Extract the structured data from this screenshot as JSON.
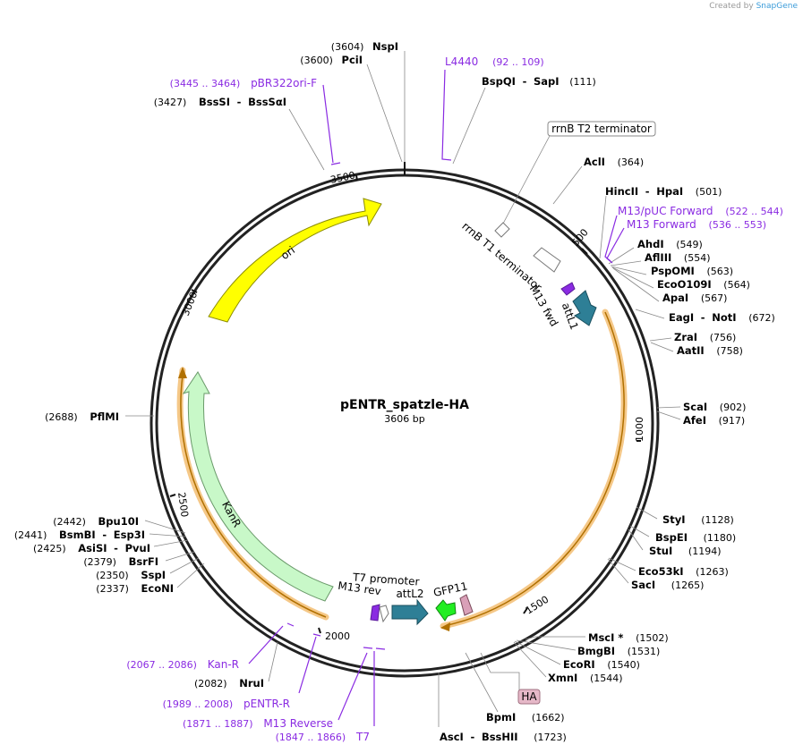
{
  "watermark": {
    "prefix": "Created by",
    "brand": "SnapGene"
  },
  "plasmid": {
    "name": "pENTR_spatzle-HA",
    "length": 3606,
    "length_label": "3606 bp"
  },
  "colors": {
    "backbone": "#222222",
    "enzyme_line": "#777777",
    "primer": "#8a2be2",
    "ori": "#ffff00",
    "kanr": "#c8f5c8",
    "attL": "#2e7f96",
    "m13": "#8a2be2",
    "gfp11": "#22ee22",
    "ha": "#d9a0b8",
    "orf": "#f0a030"
  },
  "ticks": [
    "500",
    "1000",
    "1500",
    "2000",
    "2500",
    "3000",
    "3500"
  ],
  "enzymes": [
    {
      "name": "NspI",
      "pos": "(3604)"
    },
    {
      "name": "PciI",
      "pos": "(3600)"
    },
    {
      "name": "BspQI",
      "name2": "SapI",
      "pos": "(111)"
    },
    {
      "name": "AclI",
      "pos": "(364)"
    },
    {
      "name": "HincII",
      "name2": "HpaI",
      "pos": "(501)"
    },
    {
      "name": "AhdI",
      "pos": "(549)"
    },
    {
      "name": "AflIII",
      "pos": "(554)"
    },
    {
      "name": "PspOMI",
      "pos": "(563)"
    },
    {
      "name": "EcoO109I",
      "pos": "(564)"
    },
    {
      "name": "ApaI",
      "pos": "(567)"
    },
    {
      "name": "EagI",
      "name2": "NotI",
      "pos": "(672)"
    },
    {
      "name": "ZraI",
      "pos": "(756)"
    },
    {
      "name": "AatII",
      "pos": "(758)"
    },
    {
      "name": "ScaI",
      "pos": "(902)"
    },
    {
      "name": "AfeI",
      "pos": "(917)"
    },
    {
      "name": "StyI",
      "pos": "(1128)"
    },
    {
      "name": "BspEI",
      "pos": "(1180)"
    },
    {
      "name": "StuI",
      "pos": "(1194)"
    },
    {
      "name": "Eco53kI",
      "pos": "(1263)"
    },
    {
      "name": "SacI",
      "pos": "(1265)"
    },
    {
      "name": "MscI *",
      "pos": "(1502)"
    },
    {
      "name": "BmgBI",
      "pos": "(1531)"
    },
    {
      "name": "EcoRI",
      "pos": "(1540)"
    },
    {
      "name": "XmnI",
      "pos": "(1544)"
    },
    {
      "name": "BpmI",
      "pos": "(1662)"
    },
    {
      "name": "AscI",
      "name2": "BssHII",
      "pos": "(1723)"
    },
    {
      "name": "NruI",
      "pos": "(2082)"
    },
    {
      "name": "EcoNI",
      "pos": "(2337)"
    },
    {
      "name": "SspI",
      "pos": "(2350)"
    },
    {
      "name": "BsrFI",
      "pos": "(2379)"
    },
    {
      "name": "AsiSI",
      "name2": "PvuI",
      "pos": "(2425)"
    },
    {
      "name": "BsmBI",
      "name2": "Esp3I",
      "pos": "(2441)"
    },
    {
      "name": "Bpu10I",
      "pos": "(2442)"
    },
    {
      "name": "PflMI",
      "pos": "(2688)"
    },
    {
      "name": "BssSI",
      "name2": "BssSαI",
      "pos": "(3427)"
    }
  ],
  "primers": [
    {
      "name": "L4440",
      "range": "(92 .. 109)"
    },
    {
      "name": "M13/pUC Forward",
      "range": "(522 .. 544)"
    },
    {
      "name": "M13 Forward",
      "range": "(536 .. 553)"
    },
    {
      "name": "Kan-R",
      "range": "(2067 .. 2086)"
    },
    {
      "name": "pENTR-R",
      "range": "(1989 .. 2008)"
    },
    {
      "name": "M13 Reverse",
      "range": "(1871 .. 1887)"
    },
    {
      "name": "T7",
      "range": "(1847 .. 1866)"
    },
    {
      "name": "pBR322ori-F",
      "range": "(3445 .. 3464)"
    }
  ],
  "features": {
    "ori": "ori",
    "kanr": "KanR",
    "attL1": "attL1",
    "attL2": "attL2",
    "m13fwd": "M13 fwd",
    "m13rev": "M13 rev",
    "t7promoter": "T7 promoter",
    "gfp11": "GFP11",
    "rrnb_t1": "rrnB T1 terminator",
    "rrnb_t2": "rrnB T2 terminator",
    "ha": "HA"
  }
}
